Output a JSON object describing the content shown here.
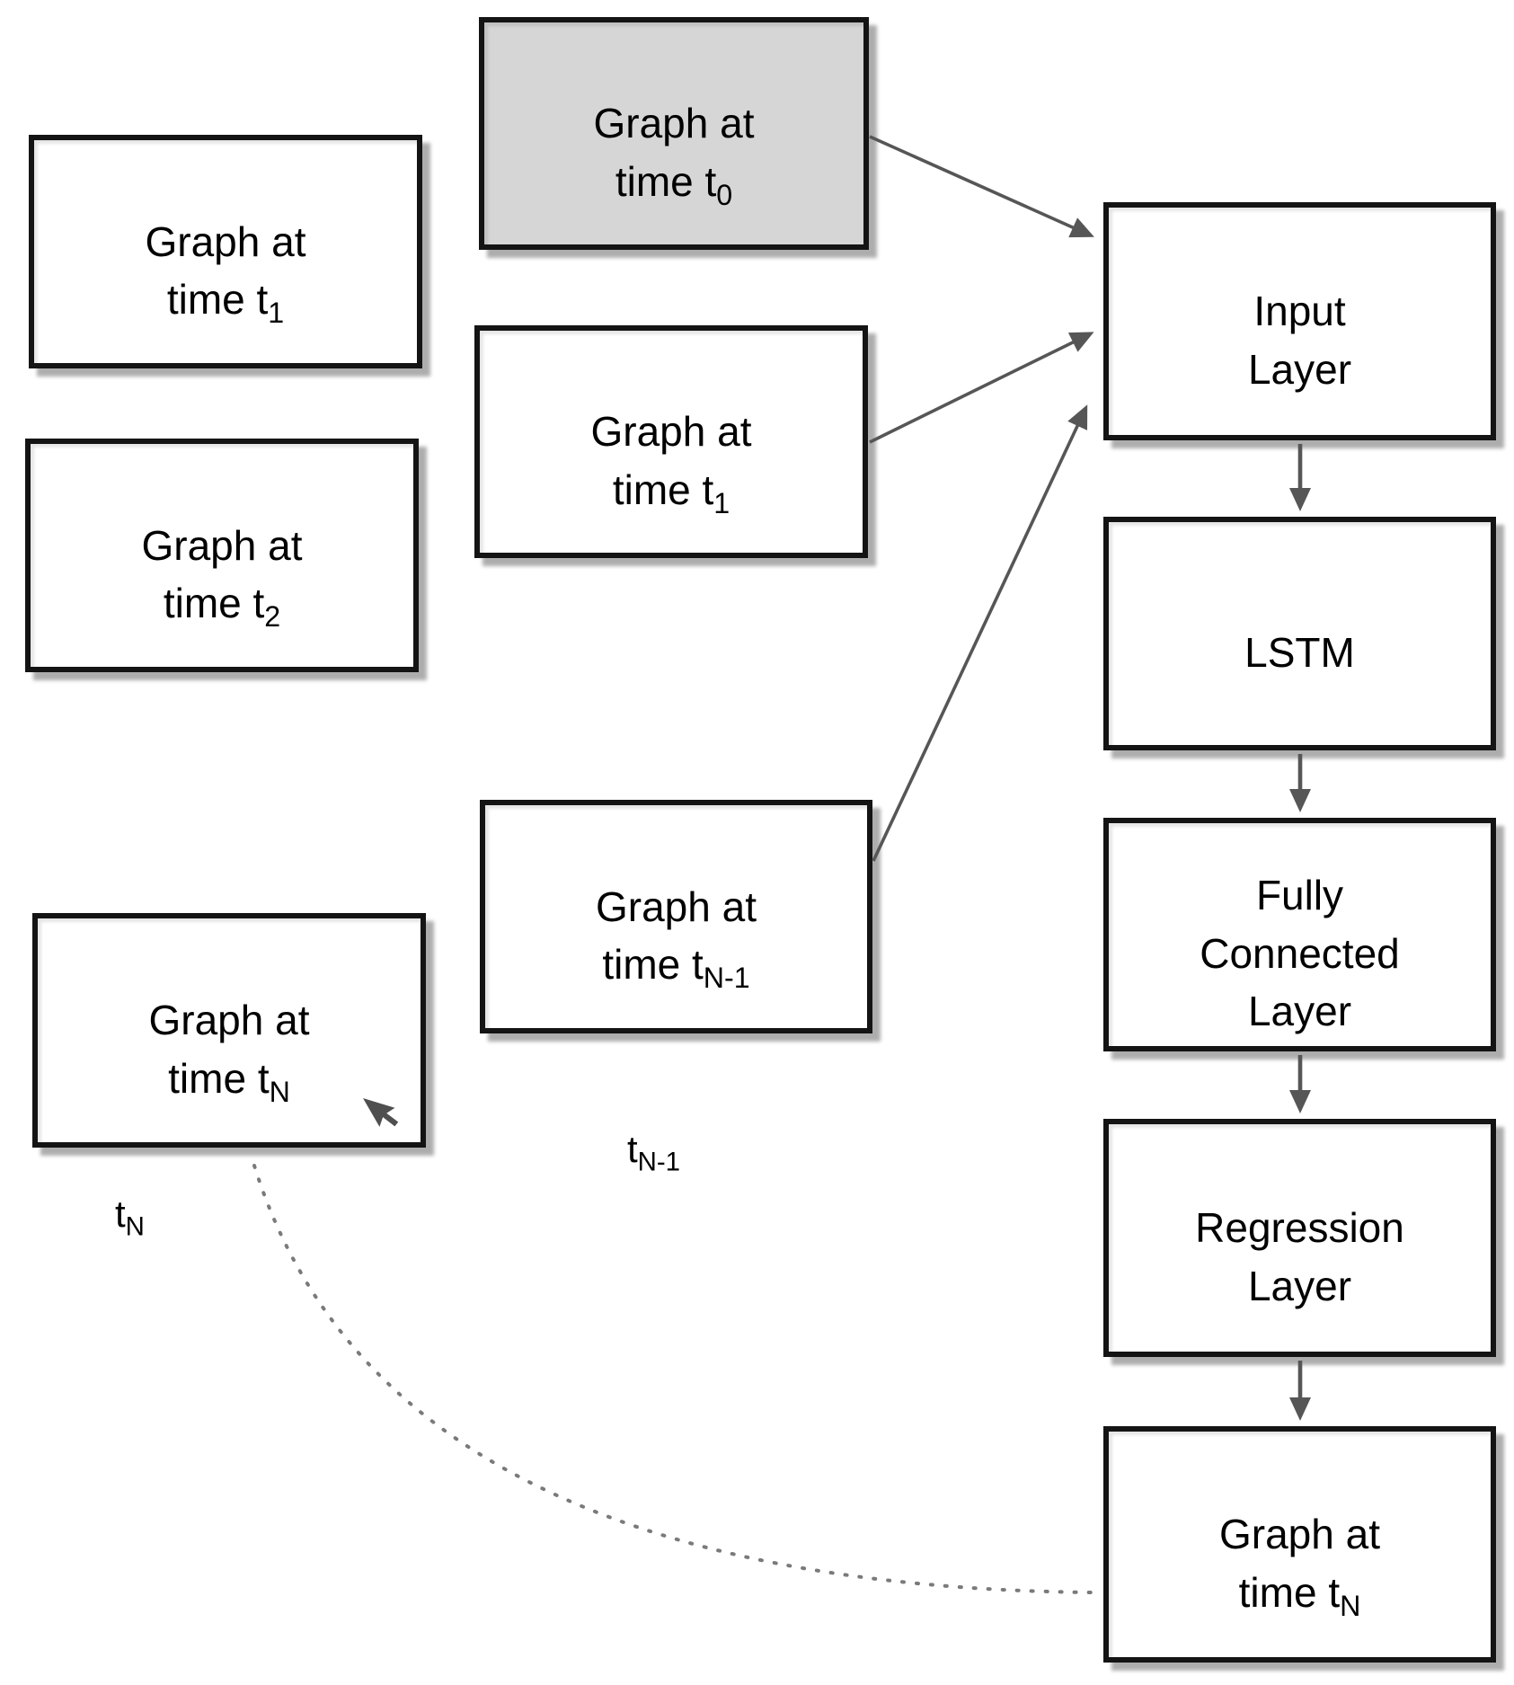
{
  "diagram": {
    "colors": {
      "background": "#ffffff",
      "box_fill": "#ffffff",
      "gray_fill": "#d6d6d6",
      "box_border": "#141414",
      "arrow": "#565656",
      "dashed": "#7a7a7a",
      "text": "#000000"
    },
    "boxes": {
      "left_t1": {
        "line1": "Graph at",
        "line2_main": "time t",
        "line2_sub": "1"
      },
      "left_t2": {
        "line1": "Graph at",
        "line2_main": "time t",
        "line2_sub": "2"
      },
      "left_tN": {
        "line1": "Graph at",
        "line2_main": "time t",
        "line2_sub": "N"
      },
      "center_t0": {
        "line1": "Graph at",
        "line2_main": "time t",
        "line2_sub": "0"
      },
      "center_t1": {
        "line1": "Graph at",
        "line2_main": "time t",
        "line2_sub": "1"
      },
      "center_tN1": {
        "line1": "Graph at",
        "line2_main": "time t",
        "line2_sub": "N-1"
      },
      "input_layer": {
        "line1": "Input",
        "line2": "Layer"
      },
      "lstm": {
        "line1": "LSTM"
      },
      "fully_connected": {
        "line1": "Fully",
        "line2": "Connected",
        "line3": "Layer"
      },
      "regression": {
        "line1": "Regression",
        "line2": "Layer"
      },
      "output_tN": {
        "line1": "Graph at",
        "line2_main": "time t",
        "line2_sub": "N"
      }
    },
    "labels": {
      "tN": {
        "main": "t",
        "sub": "N"
      },
      "tN1": {
        "main": "t",
        "sub": "N-1"
      }
    }
  }
}
